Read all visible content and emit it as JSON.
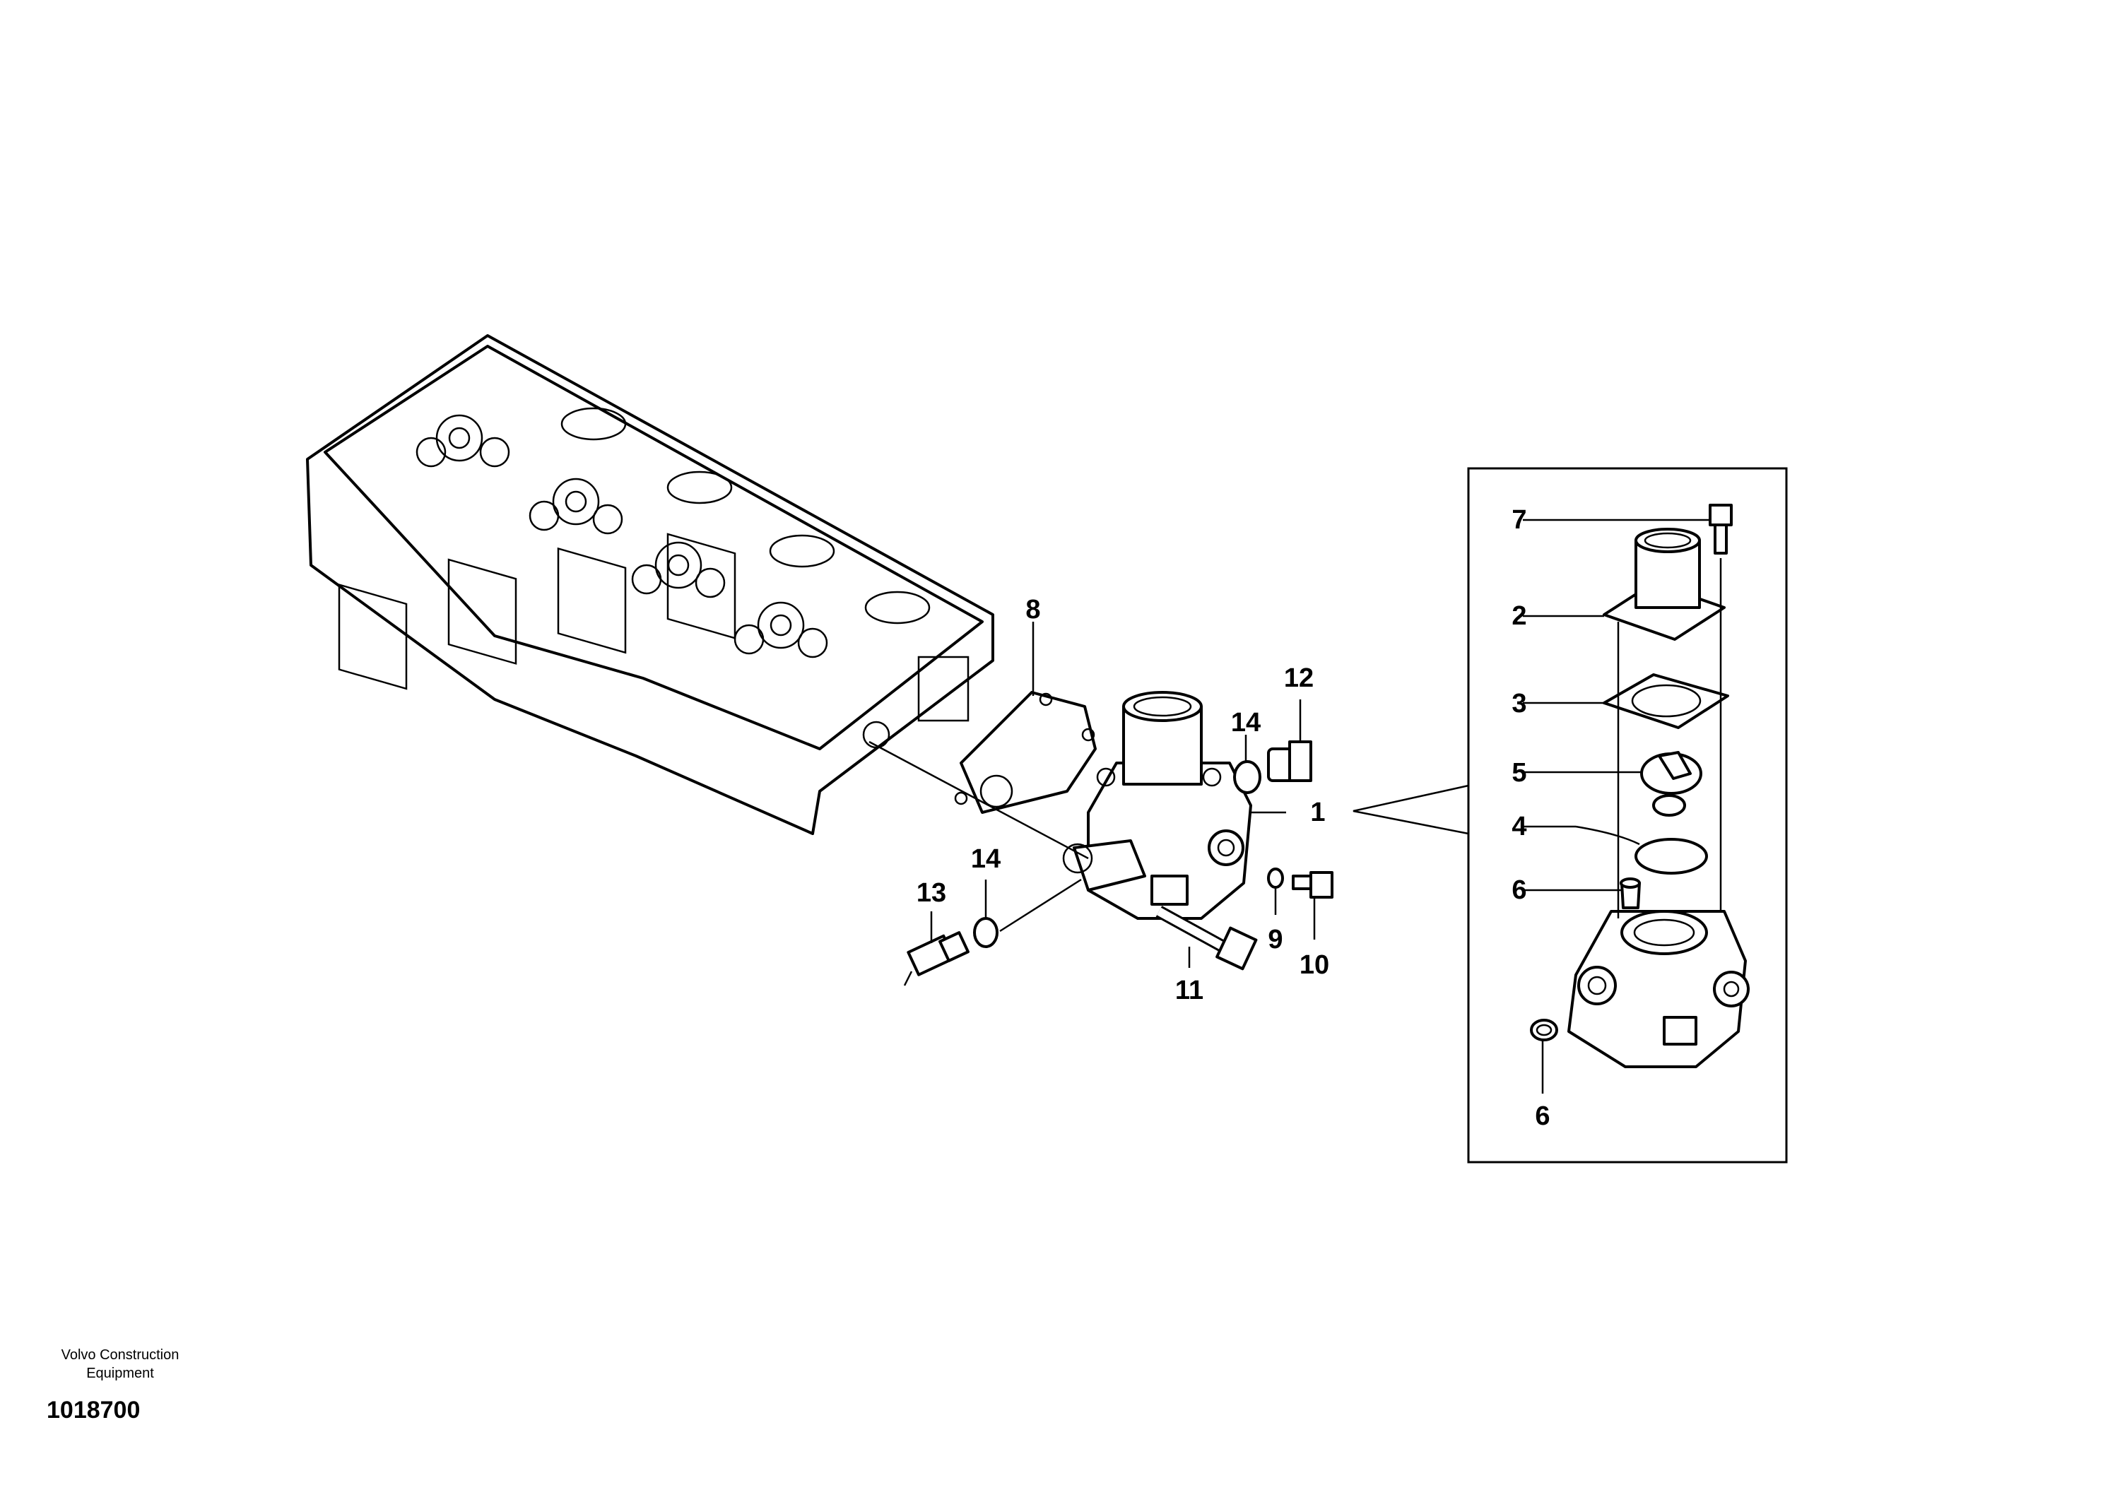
{
  "footer": {
    "brand_line1": "Volvo Construction",
    "brand_line2": "Equipment",
    "drawing_number": "1018700"
  },
  "callouts": {
    "c1": "1",
    "c2": "2",
    "c3": "3",
    "c4": "4",
    "c5": "5",
    "c6a": "6",
    "c6b": "6",
    "c7": "7",
    "c8": "8",
    "c9": "9",
    "c10": "10",
    "c11": "11",
    "c12": "12",
    "c13": "13",
    "c14a": "14",
    "c14b": "14"
  }
}
